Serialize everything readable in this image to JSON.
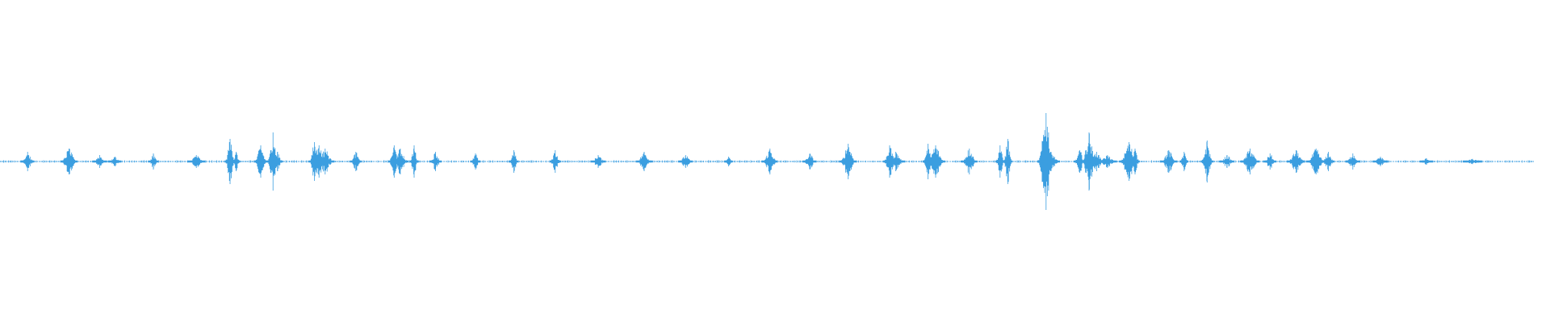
{
  "waveform": {
    "color": "#3b9ee0",
    "background": "#ffffff",
    "style": "audio-waveform",
    "bursts": [
      {
        "t": 0.018,
        "a": 0.03
      },
      {
        "t": 0.045,
        "a": 0.04
      },
      {
        "t": 0.065,
        "a": 0.02
      },
      {
        "t": 0.075,
        "a": 0.015
      },
      {
        "t": 0.1,
        "a": 0.025
      },
      {
        "t": 0.128,
        "a": 0.02
      },
      {
        "t": 0.15,
        "a": 0.07
      },
      {
        "t": 0.154,
        "a": 0.03
      },
      {
        "t": 0.17,
        "a": 0.05
      },
      {
        "t": 0.178,
        "a": 0.09
      },
      {
        "t": 0.181,
        "a": 0.03
      },
      {
        "t": 0.205,
        "a": 0.06
      },
      {
        "t": 0.208,
        "a": 0.05
      },
      {
        "t": 0.212,
        "a": 0.04
      },
      {
        "t": 0.232,
        "a": 0.03
      },
      {
        "t": 0.257,
        "a": 0.05
      },
      {
        "t": 0.261,
        "a": 0.04
      },
      {
        "t": 0.27,
        "a": 0.05
      },
      {
        "t": 0.284,
        "a": 0.03
      },
      {
        "t": 0.31,
        "a": 0.025
      },
      {
        "t": 0.335,
        "a": 0.035
      },
      {
        "t": 0.362,
        "a": 0.035
      },
      {
        "t": 0.39,
        "a": 0.02
      },
      {
        "t": 0.42,
        "a": 0.03
      },
      {
        "t": 0.447,
        "a": 0.02
      },
      {
        "t": 0.475,
        "a": 0.015
      },
      {
        "t": 0.502,
        "a": 0.04
      },
      {
        "t": 0.528,
        "a": 0.025
      },
      {
        "t": 0.553,
        "a": 0.055
      },
      {
        "t": 0.58,
        "a": 0.05
      },
      {
        "t": 0.584,
        "a": 0.03
      },
      {
        "t": 0.605,
        "a": 0.055
      },
      {
        "t": 0.61,
        "a": 0.05
      },
      {
        "t": 0.632,
        "a": 0.04
      },
      {
        "t": 0.652,
        "a": 0.05
      },
      {
        "t": 0.657,
        "a": 0.07
      },
      {
        "t": 0.682,
        "a": 0.15
      },
      {
        "t": 0.685,
        "a": 0.03
      },
      {
        "t": 0.704,
        "a": 0.035
      },
      {
        "t": 0.71,
        "a": 0.09
      },
      {
        "t": 0.715,
        "a": 0.03
      },
      {
        "t": 0.722,
        "a": 0.02
      },
      {
        "t": 0.736,
        "a": 0.06
      },
      {
        "t": 0.74,
        "a": 0.04
      },
      {
        "t": 0.762,
        "a": 0.035
      },
      {
        "t": 0.772,
        "a": 0.03
      },
      {
        "t": 0.787,
        "a": 0.065
      },
      {
        "t": 0.8,
        "a": 0.02
      },
      {
        "t": 0.815,
        "a": 0.04
      },
      {
        "t": 0.828,
        "a": 0.025
      },
      {
        "t": 0.845,
        "a": 0.035
      },
      {
        "t": 0.858,
        "a": 0.04
      },
      {
        "t": 0.866,
        "a": 0.03
      },
      {
        "t": 0.882,
        "a": 0.025
      },
      {
        "t": 0.9,
        "a": 0.015
      },
      {
        "t": 0.93,
        "a": 0.01
      },
      {
        "t": 0.96,
        "a": 0.008
      }
    ]
  }
}
